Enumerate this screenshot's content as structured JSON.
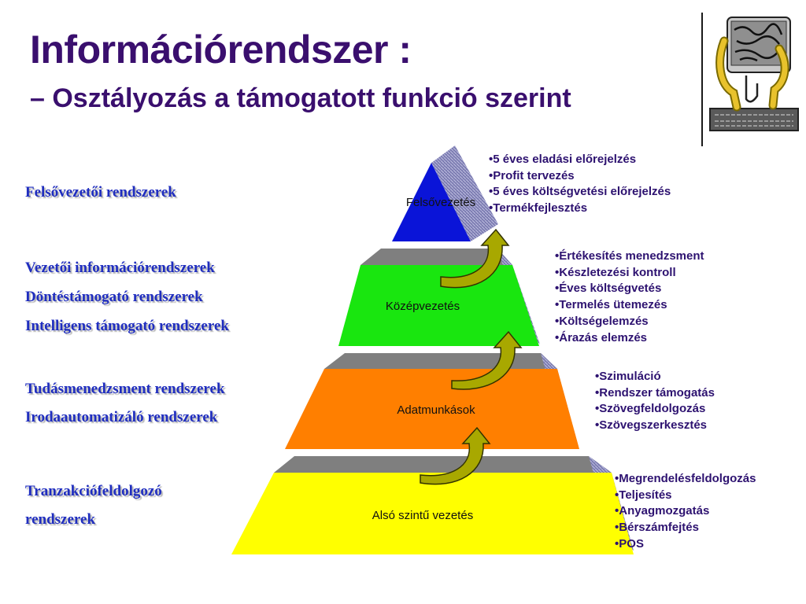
{
  "title": "Információrendszer :",
  "subtitle": "– Osztályozás a támogatott funkció szerint",
  "pyramid": {
    "levels": [
      {
        "id": "top",
        "label": "Felsővezetés",
        "color": "#0a14d8",
        "systems": [
          "Felsővezetői rendszerek"
        ],
        "functions": [
          "5 éves eladási előrejelzés",
          "Profit tervezés",
          "5 éves költségvetési előrejelzés",
          "Termékfejlesztés"
        ]
      },
      {
        "id": "middle",
        "label": "Középvezetés",
        "color": "#19e60f",
        "systems": [
          "Vezetői információrendszerek",
          "Döntéstámogató rendszerek",
          "Intelligens támogató rendszerek"
        ],
        "functions": [
          "Értékesítés menedzsment",
          "Készletezési kontroll",
          "Éves költségvetés",
          "Termelés ütemezés",
          "Költségelemzés",
          "Árazás elemzés"
        ]
      },
      {
        "id": "data-workers",
        "label": "Adatmunkások",
        "color": "#ff7f00",
        "systems": [
          "Tudásmenedzsment rendszerek",
          "Irodaautomatizáló rendszerek"
        ],
        "functions": [
          "Szimuláció",
          "Rendszer támogatás",
          "Szövegfeldolgozás",
          "Szövegszerkesztés"
        ]
      },
      {
        "id": "bottom",
        "label": "Alsó szintű vezetés",
        "color": "#ffff00",
        "systems": [
          "Tranzakciófeldolgozó",
          "rendszerek"
        ],
        "functions": [
          "Megrendelésfeldolgozás",
          "Teljesítés",
          "Anyagmozgatás",
          "Bérszámfejtés",
          "POS"
        ]
      }
    ]
  },
  "logo_icon": "computer-user-icon",
  "arrow_icon": "curved-up-arrow-icon"
}
